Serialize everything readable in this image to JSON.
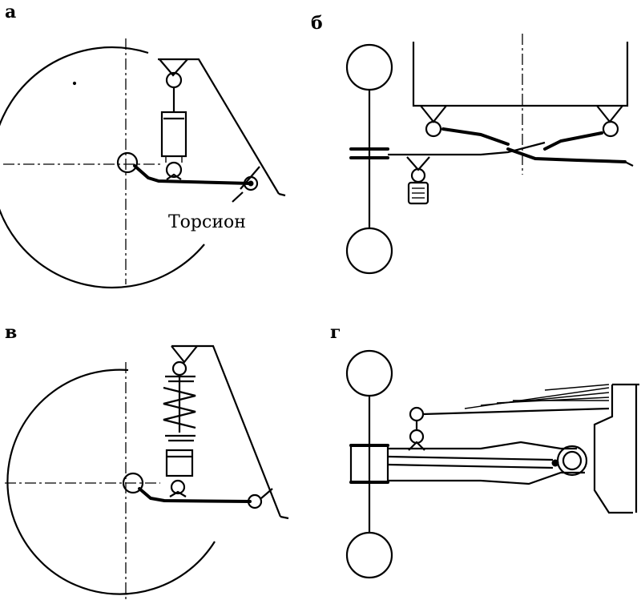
{
  "panels": {
    "a": {
      "letter": "а"
    },
    "b": {
      "letter": "б"
    },
    "v": {
      "letter": "в"
    },
    "g": {
      "letter": "г"
    }
  },
  "labels": {
    "torsion": "Торсион"
  }
}
